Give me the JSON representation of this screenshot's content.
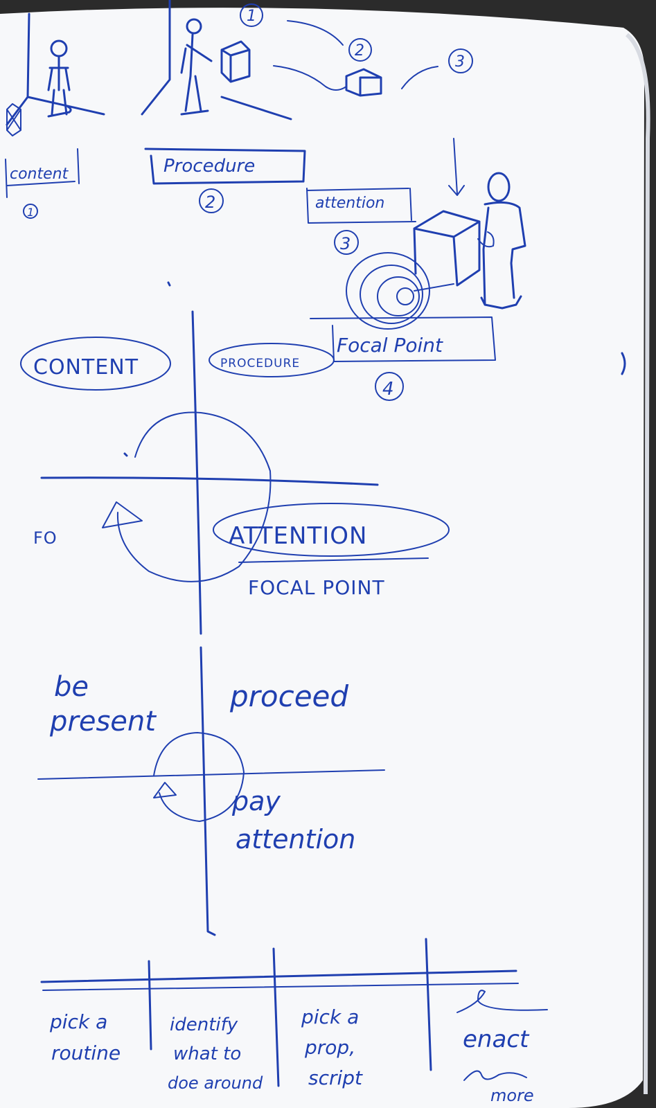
{
  "colors": {
    "paper": "#f7f8fa",
    "ink": "#1f3fb0",
    "background": "#2b2b2b"
  },
  "top_sketch": {
    "step_numbers": [
      "1",
      "2",
      "3"
    ],
    "labels": {
      "content": "content",
      "content_number": "1",
      "procedure": "Procedure",
      "procedure_number": "2",
      "attention": "attention",
      "attention_number": "3",
      "focal_point": "Focal Point",
      "focal_point_number": "4"
    }
  },
  "quadrant_diagram_1": {
    "content": "CONTENT",
    "procedure": "PROCEDURE",
    "fo": "FO",
    "attention": "ATTENTION",
    "focal_point": "FOCAL POINT"
  },
  "quadrant_diagram_2": {
    "be_present": [
      "be",
      "present"
    ],
    "proceed": "proceed",
    "pay_attention": [
      "pay",
      "attention"
    ]
  },
  "bottom_table": {
    "columns": [
      {
        "lines": [
          "pick a",
          "routine"
        ]
      },
      {
        "lines": [
          "identify",
          "what to",
          "doe around"
        ]
      },
      {
        "lines": [
          "pick a",
          "prop,",
          "script"
        ]
      },
      {
        "lines": [
          "enact",
          "",
          "more"
        ]
      }
    ]
  }
}
